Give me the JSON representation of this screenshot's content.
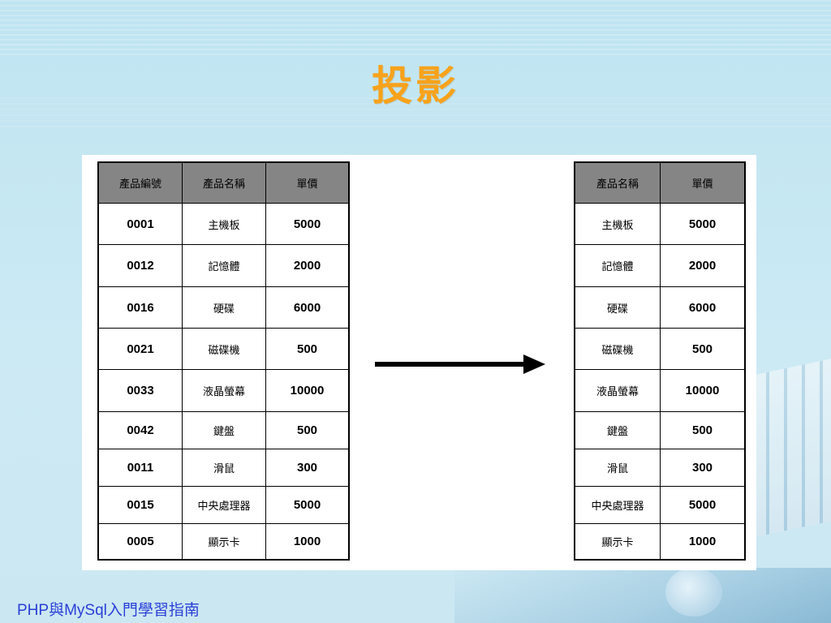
{
  "slide": {
    "title": "投影",
    "footer": "PHP與MySql入門學習指南"
  },
  "left_table": {
    "headers": [
      "產品編號",
      "產品名稱",
      "單價"
    ],
    "rows": [
      [
        "0001",
        "主機板",
        "5000"
      ],
      [
        "0012",
        "記憶體",
        "2000"
      ],
      [
        "0016",
        "硬碟",
        "6000"
      ],
      [
        "0021",
        "磁碟機",
        "500"
      ],
      [
        "0033",
        "液晶螢幕",
        "10000"
      ],
      [
        "0042",
        "鍵盤",
        "500"
      ],
      [
        "0011",
        "滑鼠",
        "300"
      ],
      [
        "0015",
        "中央處理器",
        "5000"
      ],
      [
        "0005",
        "顯示卡",
        "1000"
      ]
    ]
  },
  "right_table": {
    "headers": [
      "產品名稱",
      "單價"
    ],
    "rows": [
      [
        "主機板",
        "5000"
      ],
      [
        "記憶體",
        "2000"
      ],
      [
        "硬碟",
        "6000"
      ],
      [
        "磁碟機",
        "500"
      ],
      [
        "液晶螢幕",
        "10000"
      ],
      [
        "鍵盤",
        "500"
      ],
      [
        "滑鼠",
        "300"
      ],
      [
        "中央處理器",
        "5000"
      ],
      [
        "顯示卡",
        "1000"
      ]
    ]
  },
  "colors": {
    "title": "#f7a21b",
    "header_fill": "#858585",
    "footer": "#2a3fd6"
  },
  "icons": {
    "projection_arrow": "right-arrow-icon"
  }
}
